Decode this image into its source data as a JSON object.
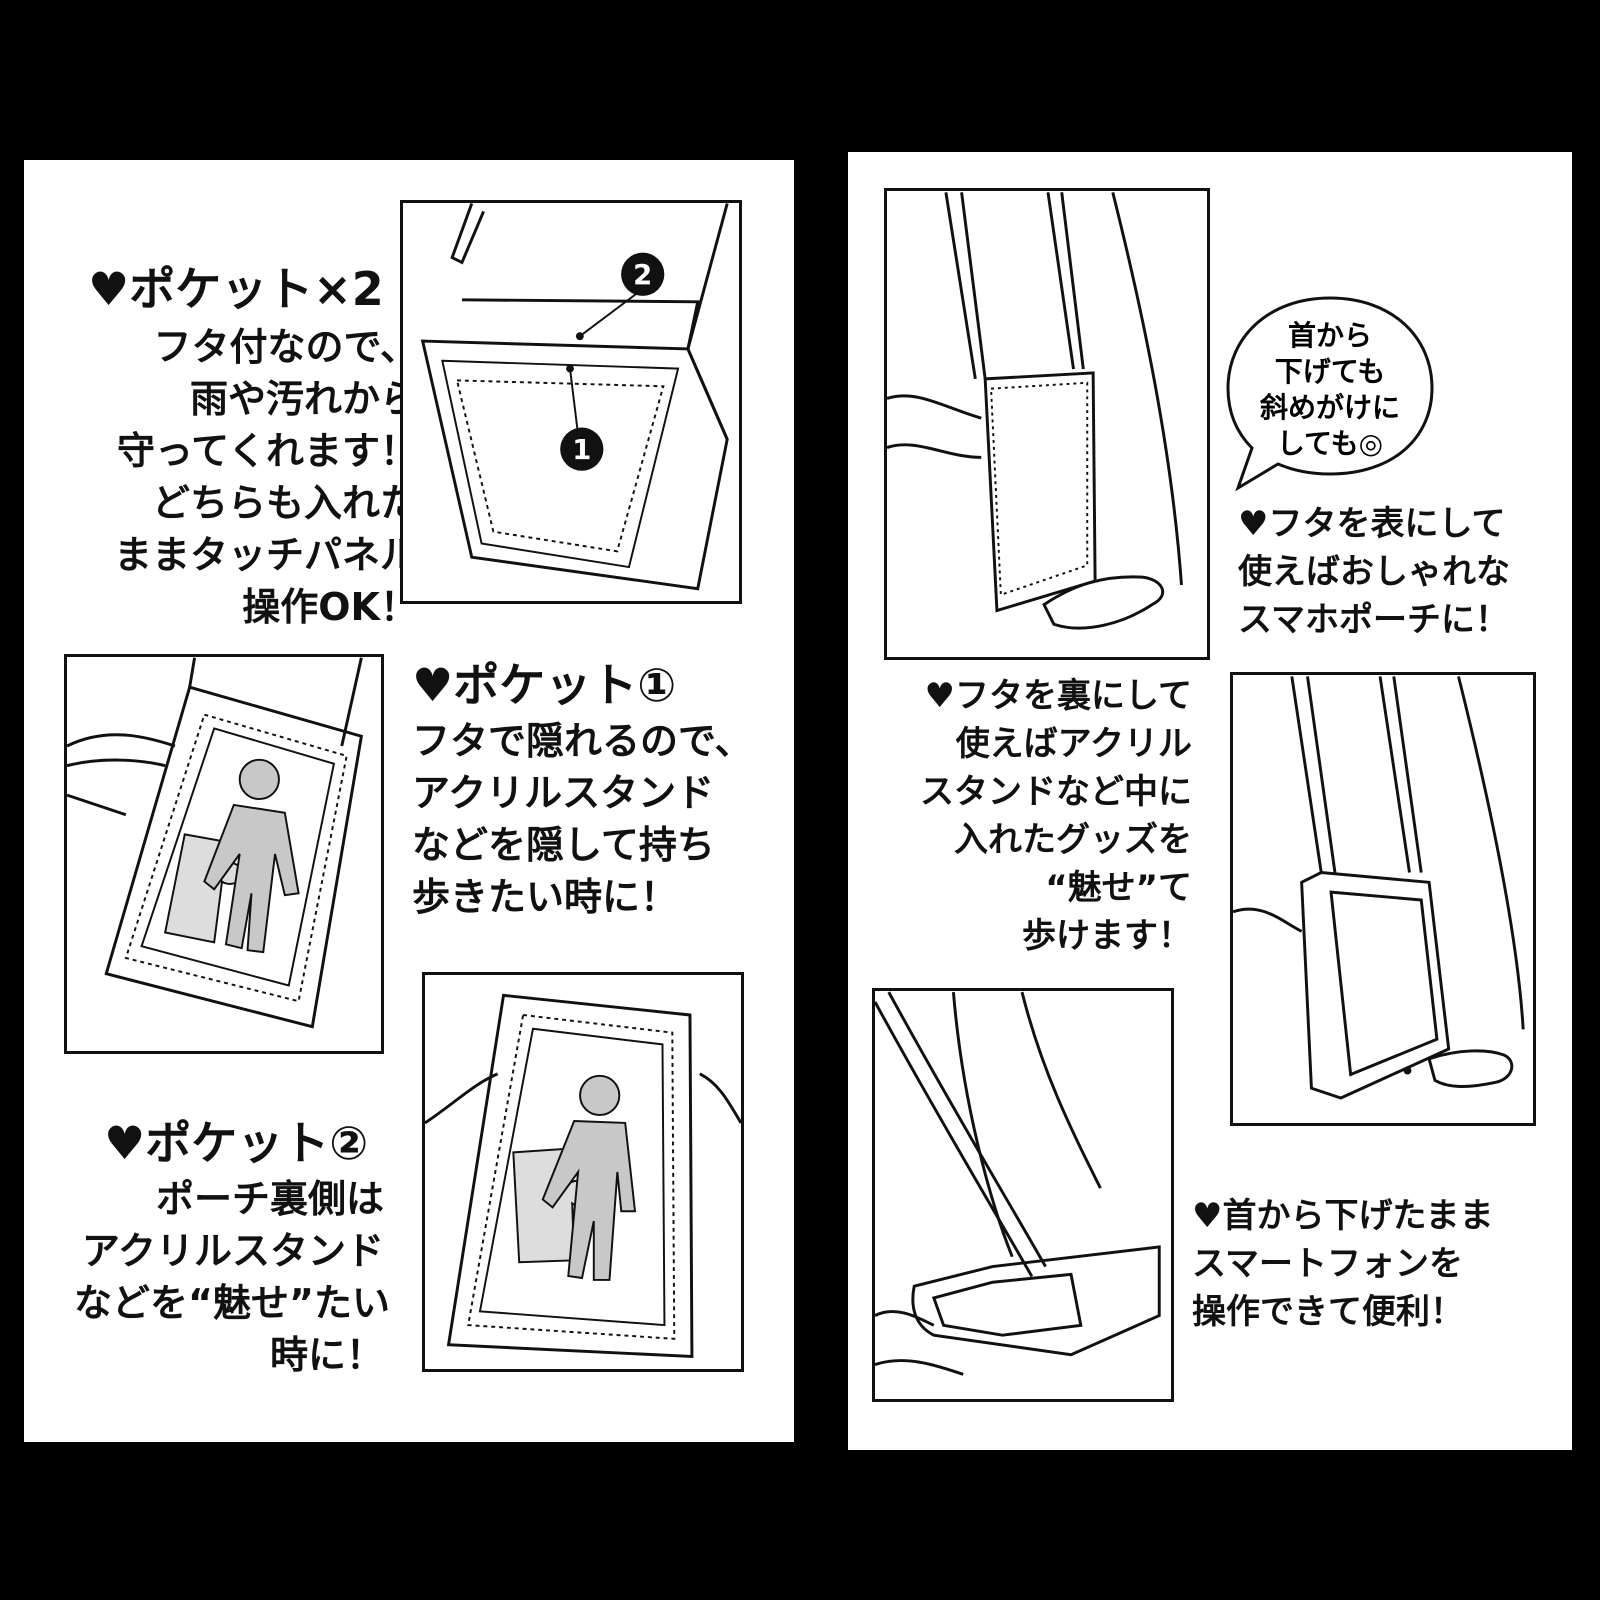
{
  "left_panel": {
    "block1": {
      "heading": "♥ポケット×2",
      "lines": [
        "フタ付なので、",
        "雨や汚れから",
        "守ってくれます！",
        "どちらも入れた",
        "ままタッチパネル",
        "操作OK！"
      ]
    },
    "block2": {
      "heading": "♥ポケット①",
      "lines": [
        "フタで隠れるので、",
        "アクリルスタンド",
        "などを隠して持ち",
        "歩きたい時に！"
      ]
    },
    "block3": {
      "heading": "♥ポケット②",
      "lines": [
        "ポーチ裏側は",
        "アクリルスタンド",
        "などを“魅せ”たい",
        "時に！"
      ]
    },
    "markers": [
      "2",
      "1"
    ]
  },
  "right_panel": {
    "bubble": {
      "lines": [
        "首から",
        "下げても",
        "斜めがけに",
        "しても◎"
      ]
    },
    "block1": {
      "lines": [
        "♥フタを表にして",
        "使えばおしゃれな",
        "スマホポーチに！"
      ]
    },
    "block2": {
      "lines": [
        "♥フタを裏にして",
        "使えばアクリル",
        "スタンドなど中に",
        "入れたグッズを",
        "“魅せ”て",
        "歩けます！"
      ]
    },
    "block3": {
      "lines": [
        "♥首から下げたまま",
        "スマートフォンを",
        "操作できて便利！"
      ]
    }
  },
  "colors": {
    "background": "#000000",
    "card": "#ffffff",
    "ink": "#111111",
    "figure_gray": "#c8c8c8"
  },
  "icons": [
    "heart-icon",
    "pouch-illustration",
    "person-silhouette-icon",
    "puzzle-piece-icon",
    "speech-bubble"
  ]
}
